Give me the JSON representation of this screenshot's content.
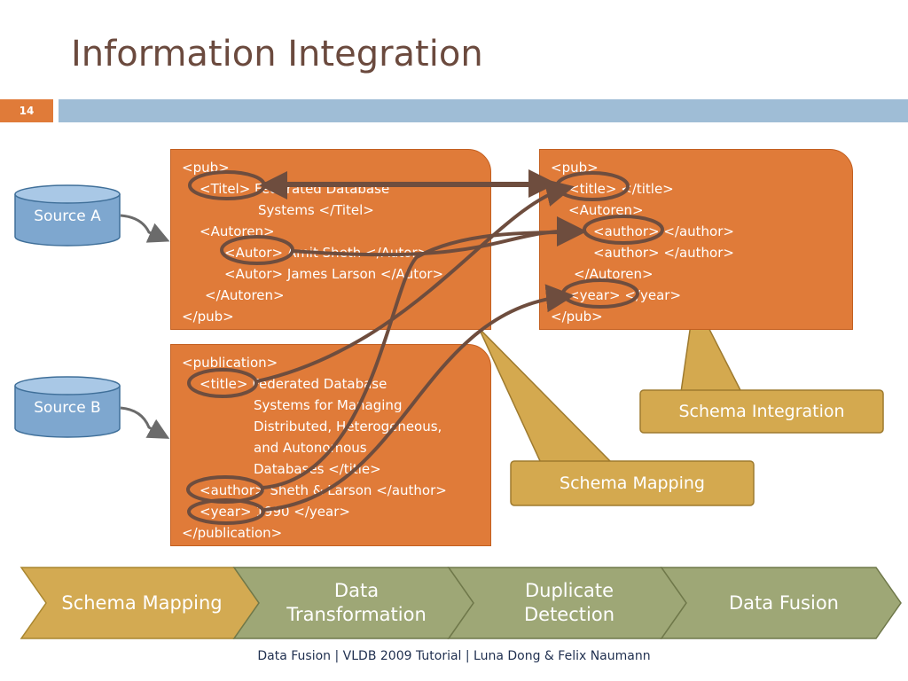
{
  "slide": {
    "title": "Information Integration",
    "number": "14",
    "footer": "Data Fusion | VLDB 2009 Tutorial | Luna Dong & Felix Naumann"
  },
  "sources": {
    "a_label": "Source A",
    "b_label": "Source B"
  },
  "xml_source_a": [
    "<pub>",
    "<Titel> Federated Database",
    "Systems </Titel>",
    "<Autoren>",
    "<Autor> Amit Sheth </Autor>",
    "<Autor> James Larson </Autor>",
    "</Autoren>",
    "</pub>"
  ],
  "xml_target": [
    "<pub>",
    "<title> </title>",
    "<Autoren>",
    "<author> </author>",
    "<author> </author>",
    "</Autoren>",
    "<year> </year>",
    "</pub>"
  ],
  "xml_source_b": [
    "<publication>",
    "<title> Federated Database",
    "Systems for Managing",
    "Distributed, Heterogeneous,",
    "and Autonomous",
    "Databases </title>",
    "<author> Sheth & Larson </author>",
    "<year> 1990 </year>",
    "</publication>"
  ],
  "callouts": {
    "schema_integration": "Schema Integration",
    "schema_mapping": "Schema Mapping"
  },
  "pipeline": {
    "steps": [
      "Schema Mapping",
      "Data Transformation",
      "Duplicate Detection",
      "Data Fusion"
    ]
  },
  "colors": {
    "accent_orange": "#e07b39",
    "callout_gold": "#d4a94f",
    "chevron_gold": "#d3aa52",
    "chevron_olive": "#9ea776",
    "source_blue": "#7ea7cf",
    "title_brown": "#6b4a3e",
    "mapping_line": "#6e4d3e"
  }
}
